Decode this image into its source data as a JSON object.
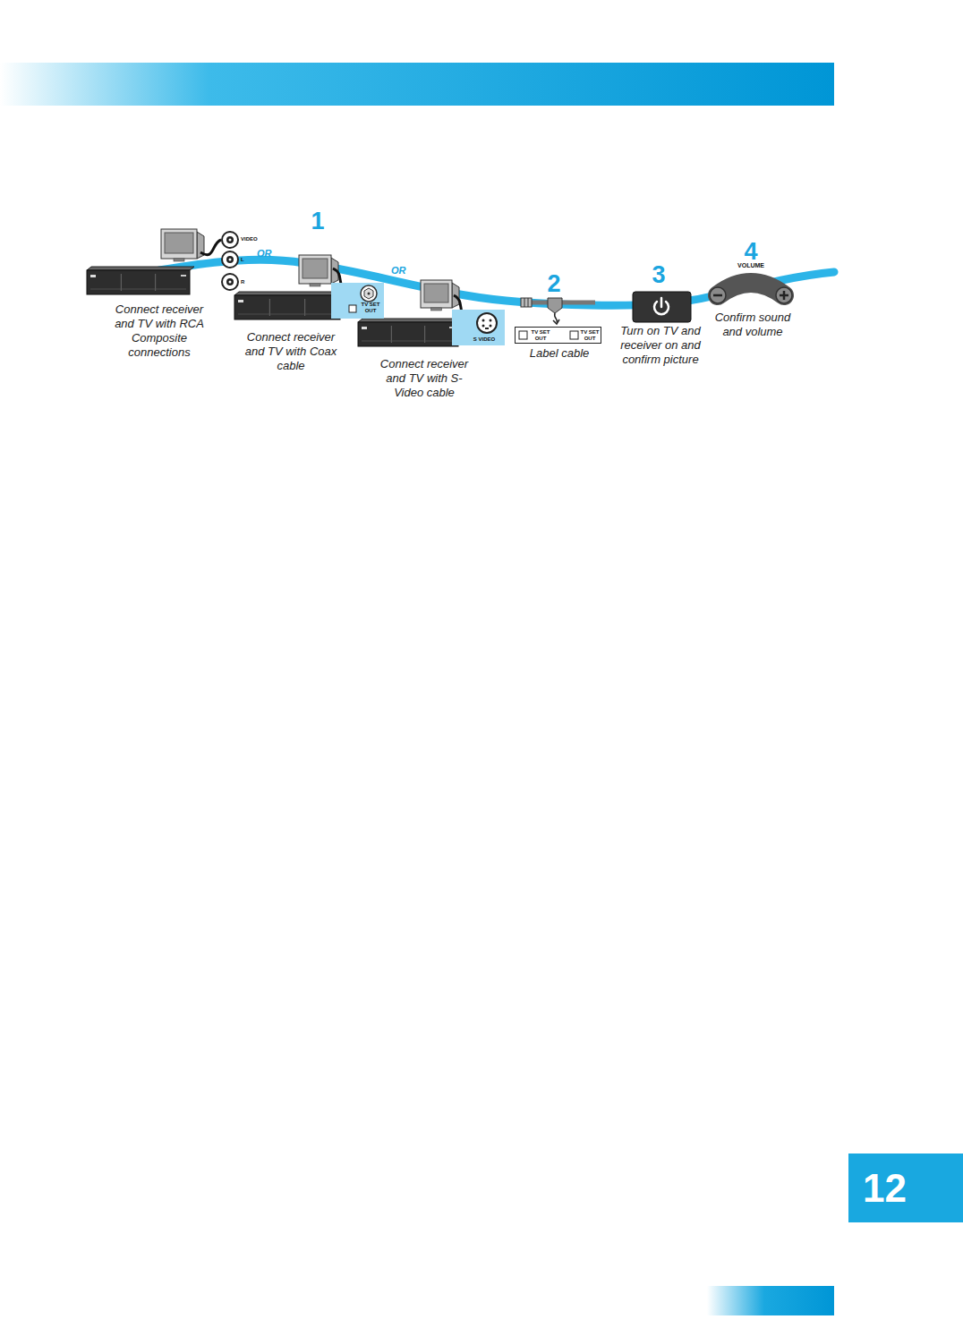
{
  "diagram": {
    "nodes": [
      {
        "text": [
          "TV SET OUT"
        ]
      },
      {
        "text": [
          "S VIDEO"
        ]
      },
      {
        "text": [
          "TV SET OUT",
          "TV SET OUT"
        ]
      },
      {
        "text": [
          "VOLUME"
        ]
      },
      {
        "text": [
          "12"
        ]
      }
    ],
    "labels": [
      "1",
      "VIDEO",
      "L",
      "R",
      "OR",
      "Connect receiver and TV with RCA Composite connections",
      "OR",
      "Connect receiver and TV with Coax cable",
      "Connect receiver and TV with S-Video cable",
      "2",
      "Label cable",
      "3",
      "Turn on TV and receiver on and confirm picture",
      "4",
      "Confirm sound and volume"
    ]
  }
}
